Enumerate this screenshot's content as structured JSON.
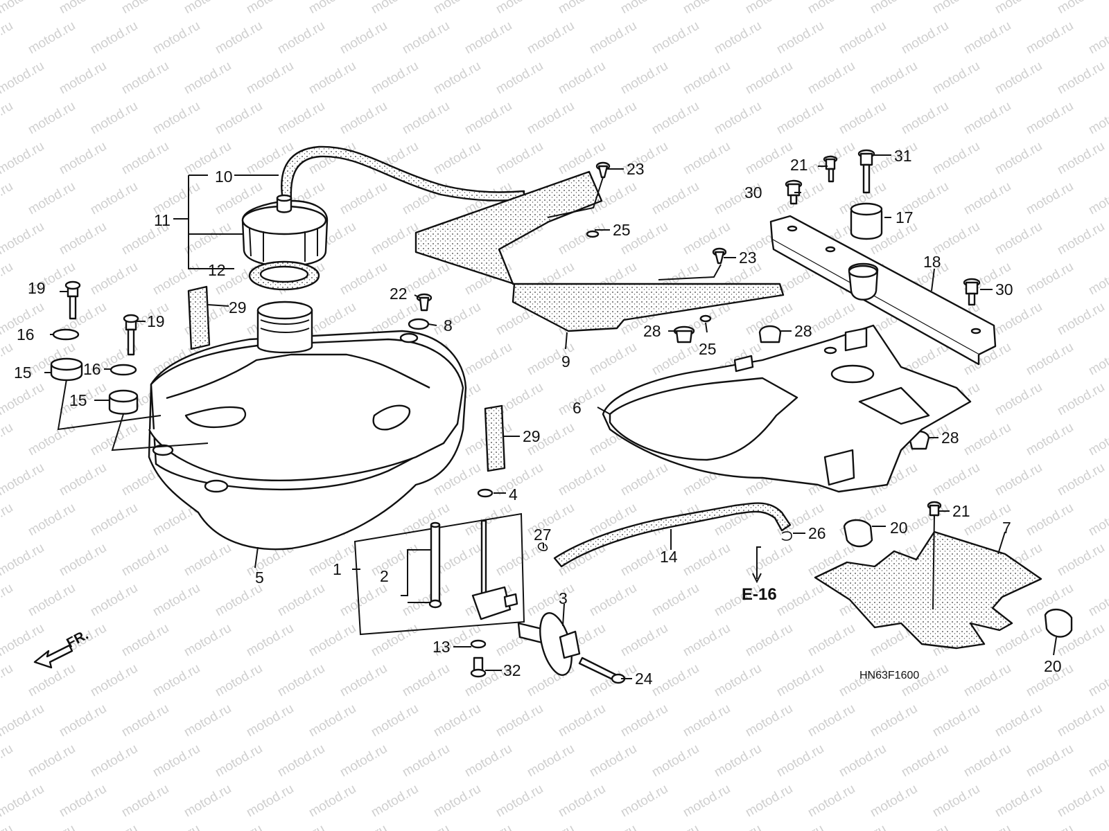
{
  "watermark": "motod.ru",
  "diagram_code": "HN63F1600",
  "reference": "E-16",
  "direction": "FR.",
  "callouts": [
    {
      "id": "c1",
      "text": "1"
    },
    {
      "id": "c2",
      "text": "2"
    },
    {
      "id": "c3",
      "text": "3"
    },
    {
      "id": "c4",
      "text": "4"
    },
    {
      "id": "c5",
      "text": "5"
    },
    {
      "id": "c6",
      "text": "6"
    },
    {
      "id": "c7",
      "text": "7"
    },
    {
      "id": "c8",
      "text": "8"
    },
    {
      "id": "c9",
      "text": "9"
    },
    {
      "id": "c10",
      "text": "10"
    },
    {
      "id": "c11",
      "text": "11"
    },
    {
      "id": "c12",
      "text": "12"
    },
    {
      "id": "c13",
      "text": "13"
    },
    {
      "id": "c14",
      "text": "14"
    },
    {
      "id": "c15a",
      "text": "15"
    },
    {
      "id": "c15b",
      "text": "15"
    },
    {
      "id": "c16a",
      "text": "16"
    },
    {
      "id": "c16b",
      "text": "16"
    },
    {
      "id": "c17",
      "text": "17"
    },
    {
      "id": "c18",
      "text": "18"
    },
    {
      "id": "c19a",
      "text": "19"
    },
    {
      "id": "c19b",
      "text": "19"
    },
    {
      "id": "c20a",
      "text": "20"
    },
    {
      "id": "c20b",
      "text": "20"
    },
    {
      "id": "c21a",
      "text": "21"
    },
    {
      "id": "c21b",
      "text": "21"
    },
    {
      "id": "c22",
      "text": "22"
    },
    {
      "id": "c23a",
      "text": "23"
    },
    {
      "id": "c23b",
      "text": "23"
    },
    {
      "id": "c24",
      "text": "24"
    },
    {
      "id": "c25a",
      "text": "25"
    },
    {
      "id": "c25b",
      "text": "25"
    },
    {
      "id": "c26",
      "text": "26"
    },
    {
      "id": "c27",
      "text": "27"
    },
    {
      "id": "c28a",
      "text": "28"
    },
    {
      "id": "c28b",
      "text": "28"
    },
    {
      "id": "c28c",
      "text": "28"
    },
    {
      "id": "c29a",
      "text": "29"
    },
    {
      "id": "c29b",
      "text": "29"
    },
    {
      "id": "c30a",
      "text": "30"
    },
    {
      "id": "c30b",
      "text": "30"
    },
    {
      "id": "c31",
      "text": "31"
    },
    {
      "id": "c32",
      "text": "32"
    }
  ]
}
